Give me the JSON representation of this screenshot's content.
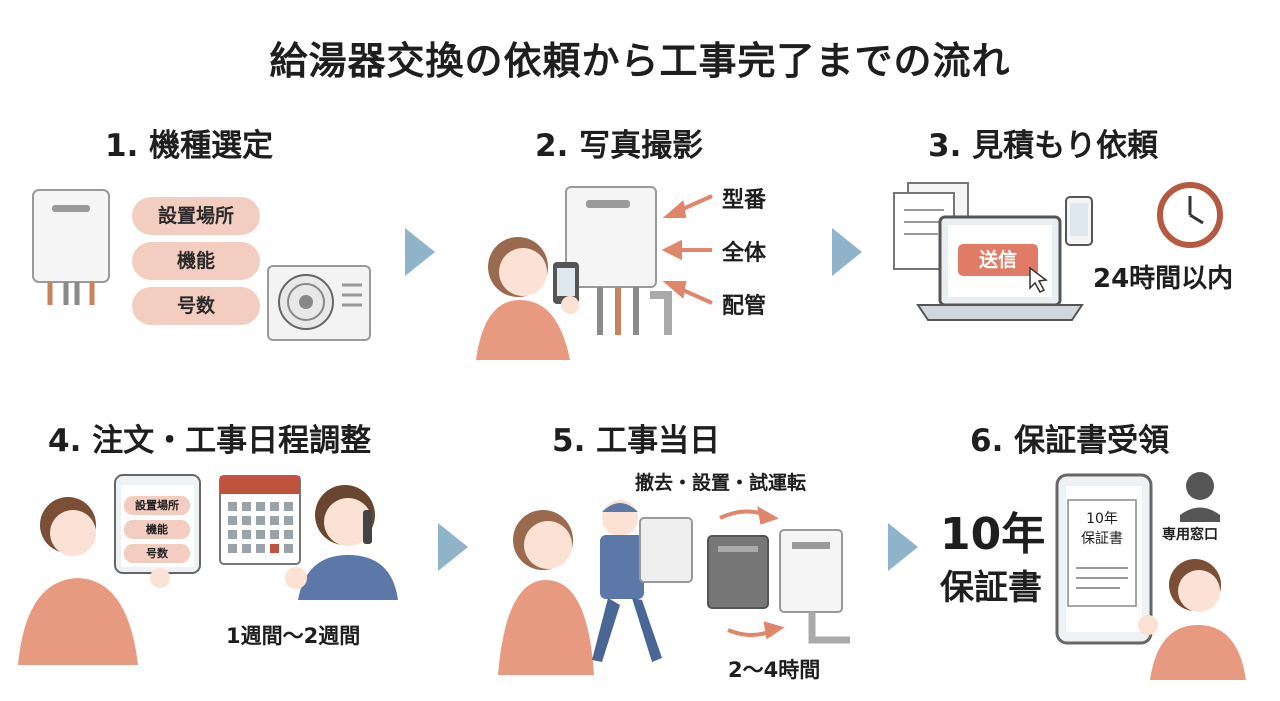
{
  "title": "給湯器交換の依頼から工事完了までの流れ",
  "steps": [
    {
      "heading": "1. 機種選定",
      "pills": [
        "設置場所",
        "機能",
        "号数"
      ]
    },
    {
      "heading": "2. 写真撮影",
      "labels": [
        "型番",
        "全体",
        "配管"
      ]
    },
    {
      "heading": "3. 見積もり依頼",
      "button": "送信",
      "time": "24時間以内"
    },
    {
      "heading": "4. 注文・工事日程調整",
      "tablet_items": [
        "設置場所",
        "機能",
        "号数"
      ],
      "duration": "1週間〜2週間"
    },
    {
      "heading": "5. 工事当日",
      "tasks": "撤去・設置・試運転",
      "duration": "2〜4時間"
    },
    {
      "heading": "6. 保証書受領",
      "big_years": "10年",
      "big_doc": "保証書",
      "phone_doc_years": "10年",
      "phone_doc_name": "保証書",
      "support": "専用窓口"
    }
  ],
  "colors": {
    "accent_pill": "#f3cdc0",
    "arrow": "#8fb3c8",
    "skin_shirt": "#e89a80",
    "worker": "#5b78a8",
    "send_button": "#e07c66"
  }
}
